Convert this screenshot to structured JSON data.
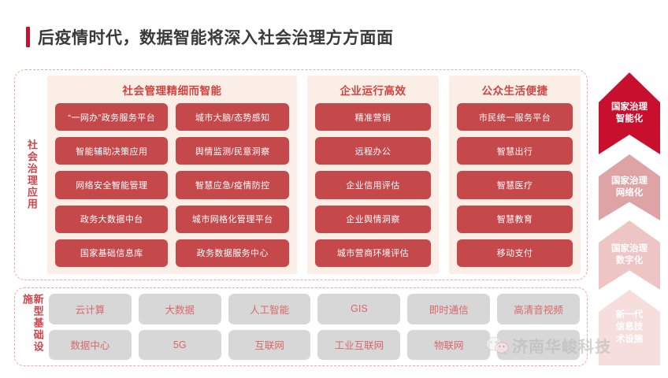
{
  "title": "后疫情时代，数据智能将深入社会治理方方面面",
  "accent_red": "#c8102e",
  "chip_red": "#c5494b",
  "panel_bg": "#fbeee6",
  "infra_chip_bg": "#d7d7d7",
  "layers": {
    "applications_label": "社会治理应用",
    "infrastructure_label": "新型基础设施"
  },
  "panels": [
    {
      "heading": "社会管理精细而智能",
      "columns": [
        [
          "“一网办”政务服务平台",
          "智能辅助决策应用",
          "网络安全智能管理",
          "政务大数据中台",
          "国家基础信息库"
        ],
        [
          "城市大脑/态势感知",
          "舆情监测/民意洞察",
          "智慧应急/疫情防控",
          "城市网格化管理平台",
          "政务数据服务中心"
        ]
      ]
    },
    {
      "heading": "企业运行高效",
      "columns": [
        [
          "精准营销",
          "远程办公",
          "企业信用评估",
          "企业舆情洞察",
          "城市营商环境评估"
        ]
      ]
    },
    {
      "heading": "公众生活便捷",
      "columns": [
        [
          "市民统一服务平台",
          "智慧出行",
          "智慧医疗",
          "智慧教育",
          "移动支付"
        ]
      ]
    }
  ],
  "infrastructure": {
    "row1": [
      "云计算",
      "大数据",
      "人工智能",
      "GIS",
      "即时通信",
      "高清音视频"
    ],
    "row2": [
      "数据中心",
      "5G",
      "互联网",
      "工业互联网",
      "物联网",
      ""
    ]
  },
  "arrow_segments": [
    {
      "label": "国家治理\n智能化",
      "color": "#c8102e"
    },
    {
      "label": "国家治理\n网络化",
      "color": "#dda3a5"
    },
    {
      "label": "国家治理\n数字化",
      "color": "#eec5c5"
    },
    {
      "label": "新一代\n信息技\n术设施",
      "color": "#f6dedd"
    }
  ],
  "watermark": {
    "text": "济南华峻科技",
    "icon": "wechat-icon"
  }
}
